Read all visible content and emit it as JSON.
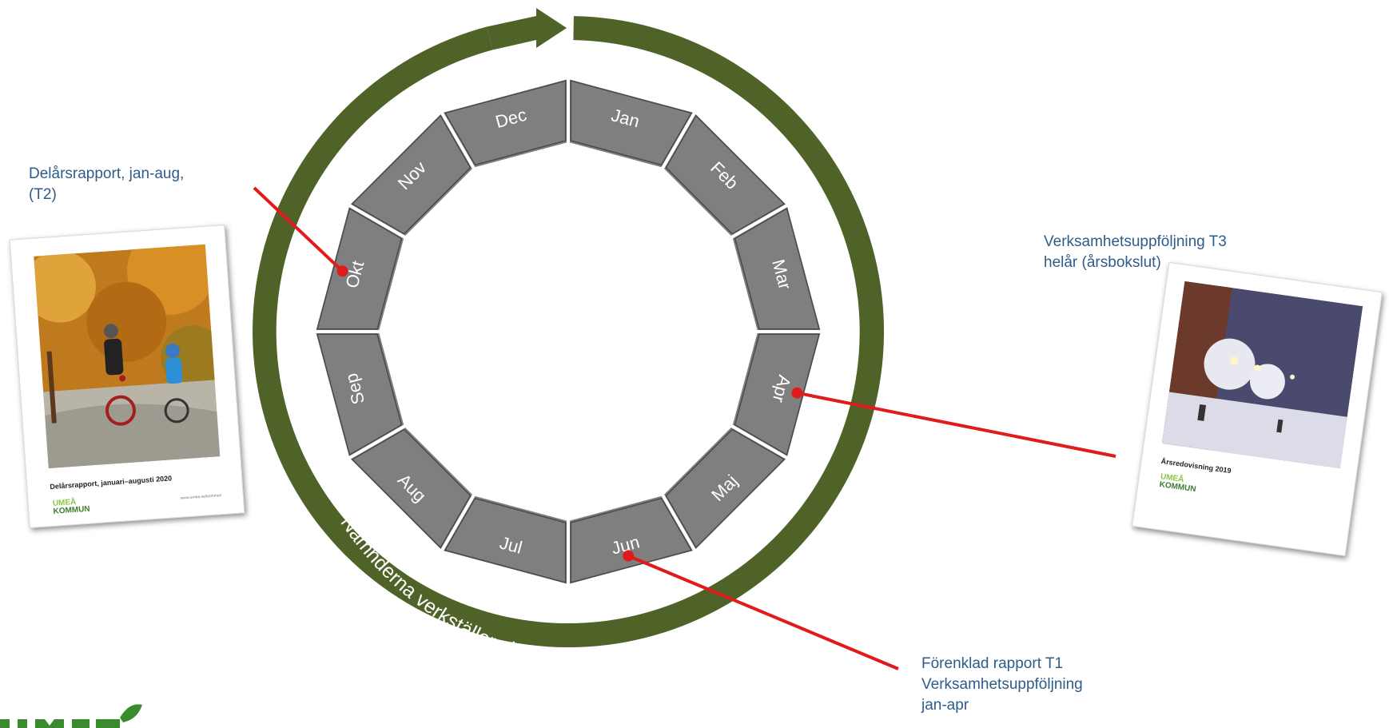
{
  "months": [
    "Jan",
    "Feb",
    "Mar",
    "Apr",
    "Maj",
    "Jun",
    "Jul",
    "Aug",
    "Sep",
    "Okt",
    "Nov",
    "Dec"
  ],
  "ring_text": "Nämnderna verkställer sitt grunduppdrag och genomför sin verksamhetsplan",
  "colors": {
    "ring": "#4f6228",
    "segment": "#7f7f7f",
    "segment_text": "#ffffff",
    "pointer": "#e11b1b",
    "caption": "#2e5c8a"
  },
  "annotations": {
    "t2": {
      "lines": [
        "Delårsrapport, jan-aug,",
        "(T2)"
      ],
      "month": "Okt"
    },
    "t3": {
      "lines": [
        "Verksamhetsuppföljning T3",
        "helår (årsbokslut)"
      ],
      "month": "Apr"
    },
    "t1": {
      "lines": [
        "Förenklad rapport T1",
        "Verksamhetsuppföljning",
        "jan-apr"
      ],
      "month": "Jun"
    }
  },
  "covers": {
    "delars": {
      "title": "Delårsrapport, januari–augusti 2020",
      "brand_top": "UMEÅ",
      "brand_bottom": "KOMMUN",
      "url": "www.umea.se/kommun"
    },
    "arsred": {
      "title": "Årsredovisning 2019",
      "brand_top": "UMEÅ",
      "brand_bottom": "KOMMUN"
    }
  },
  "logo": {
    "icon": "leaf-logo-icon"
  }
}
